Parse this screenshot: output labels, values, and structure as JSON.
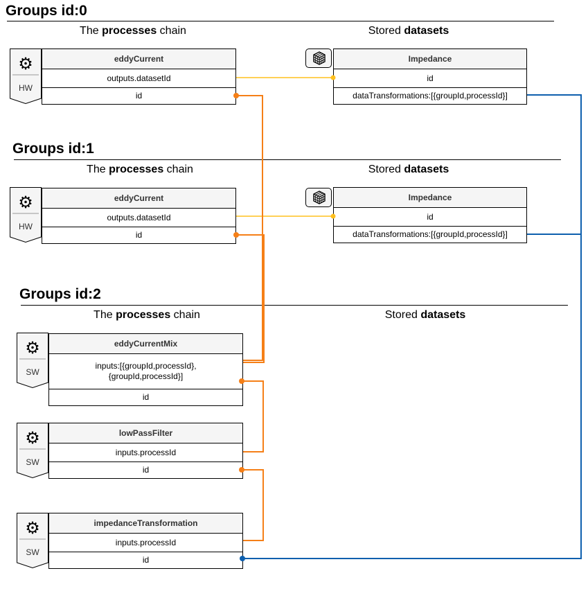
{
  "colors": {
    "yellow": "#FFC01F",
    "orange": "#F57F17",
    "blue": "#0D5FAE",
    "header_bg": "#F5F5F5"
  },
  "groups": [
    {
      "title": "Groups id:0",
      "processes_heading": {
        "prefix": "The ",
        "bold": "processes",
        "suffix": " chain"
      },
      "datasets_heading": {
        "prefix": "Stored ",
        "bold": "datasets"
      },
      "processes": [
        {
          "kind": "HW",
          "icon": "gear-icon",
          "name": "eddyCurrent",
          "fields": [
            "outputs.datasetId",
            "id"
          ]
        }
      ],
      "datasets": [
        {
          "icon": "cube-icon",
          "name": "Impedance",
          "fields": [
            "id",
            "dataTransformations:[{groupId,processId}]"
          ]
        }
      ]
    },
    {
      "title": "Groups id:1",
      "processes_heading": {
        "prefix": "The ",
        "bold": "processes",
        "suffix": " chain"
      },
      "datasets_heading": {
        "prefix": "Stored ",
        "bold": "datasets"
      },
      "processes": [
        {
          "kind": "HW",
          "icon": "gear-icon",
          "name": "eddyCurrent",
          "fields": [
            "outputs.datasetId",
            "id"
          ]
        }
      ],
      "datasets": [
        {
          "icon": "cube-icon",
          "name": "Impedance",
          "fields": [
            "id",
            "dataTransformations:[{groupId,processId}]"
          ]
        }
      ]
    },
    {
      "title": "Groups id:2",
      "processes_heading": {
        "prefix": "The ",
        "bold": "processes",
        "suffix": " chain"
      },
      "datasets_heading": {
        "prefix": "Stored ",
        "bold": "datasets"
      },
      "processes": [
        {
          "kind": "SW",
          "icon": "gear-icon",
          "name": "eddyCurrentMix",
          "fields": [
            "inputs:[{groupId,processId},\n{groupId,processId}]",
            "id"
          ]
        },
        {
          "kind": "SW",
          "icon": "gear-icon",
          "name": "lowPassFilter",
          "fields": [
            "inputs.processId",
            "id"
          ]
        },
        {
          "kind": "SW",
          "icon": "gear-icon",
          "name": "impedanceTransformation",
          "fields": [
            "inputs.processId",
            "id"
          ]
        }
      ],
      "datasets": []
    }
  ]
}
